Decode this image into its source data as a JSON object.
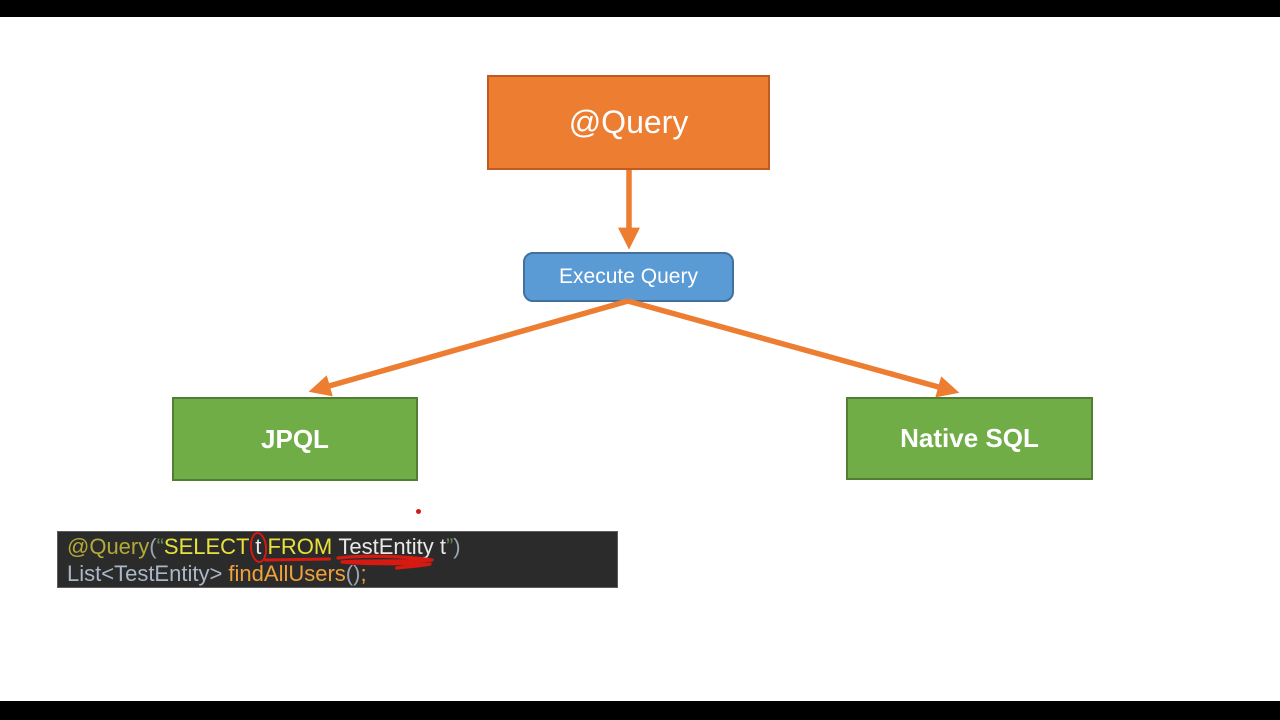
{
  "colors": {
    "slide_bg": "#ffffff",
    "letterbox": "#000000",
    "arrow": "#ED7D31",
    "annotation_red": "#d61a12"
  },
  "diagram": {
    "query_box": {
      "label": "@Query",
      "fill": "#ED7D31",
      "border": "#C05A21",
      "text": "#ffffff"
    },
    "execute_box": {
      "label": "Execute Query",
      "fill": "#5B9BD5",
      "border": "#41719C",
      "text": "#ffffff"
    },
    "jpql_box": {
      "label": "JPQL",
      "fill": "#70AD47",
      "border": "#507E32",
      "text": "#ffffff"
    },
    "native_box": {
      "label": "Native SQL",
      "fill": "#70AD47",
      "border": "#507E32",
      "text": "#ffffff"
    }
  },
  "code": {
    "background": "#2B2B2B",
    "border": "#5c5c5c",
    "token_colors": {
      "annotation": "#B3A938",
      "keyword": "#E8E13C",
      "plain": "#E8E8E8",
      "punct": "#9AA5AD",
      "quote": "#6A8759",
      "type": "#A9B7C6",
      "method": "#EFA13C"
    },
    "line1": {
      "annotation": "@Query",
      "open_paren": "(",
      "open_quote": "“",
      "select_kw": "SELECT ",
      "alias": "t",
      "from_kw": " FROM ",
      "entity": "TestEntity",
      "trailing_alias": " t",
      "close_quote": "”",
      "close_paren": ")"
    },
    "line2": {
      "return_type": "List<TestEntity> ",
      "method_name": "findAllUsers",
      "parens": "()",
      "semicolon": ";"
    }
  }
}
